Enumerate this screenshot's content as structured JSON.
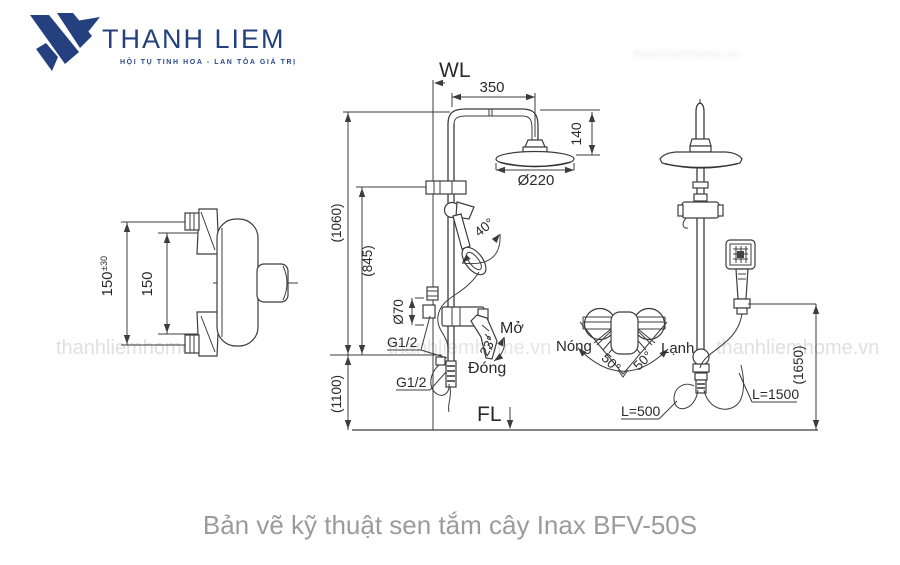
{
  "logo": {
    "brand": "THANH LIEM",
    "tagline": "HỘI TỤ TINH HOA - LAN TỎA GIÁ TRỊ"
  },
  "caption": "Bản vẽ kỹ thuật sen tắm cây Inax BFV-50S",
  "watermark": {
    "text": "thanhliemhome.vn"
  },
  "drawing": {
    "side_view": {
      "dim_overall": "150",
      "dim_overall_tolerance": "±30",
      "dim_inner": "150"
    },
    "front_view": {
      "wall_line": "WL",
      "floor_line": "FL",
      "dim_arm_length": "350",
      "dim_head_height": "140",
      "dim_head_diameter": "Ø220",
      "dim_wl_to_valve": "(1060)",
      "dim_holder_to_valve": "(845)",
      "dim_valve_to_floor": "(1100)",
      "dim_escutcheon": "Ø70",
      "thread_top": "G1/2",
      "thread_bottom": "G1/2",
      "angle_holder": "40°",
      "angle_lever": "23°",
      "label_open": "Mở",
      "label_close": "Đóng"
    },
    "profile_view": {
      "label_hot": "Nóng",
      "label_cold": "Lạnh",
      "angle_left": "50°",
      "angle_right": "50°",
      "hose_short": "L=500",
      "hose_long": "L=1500",
      "dim_height": "(1650)"
    }
  }
}
